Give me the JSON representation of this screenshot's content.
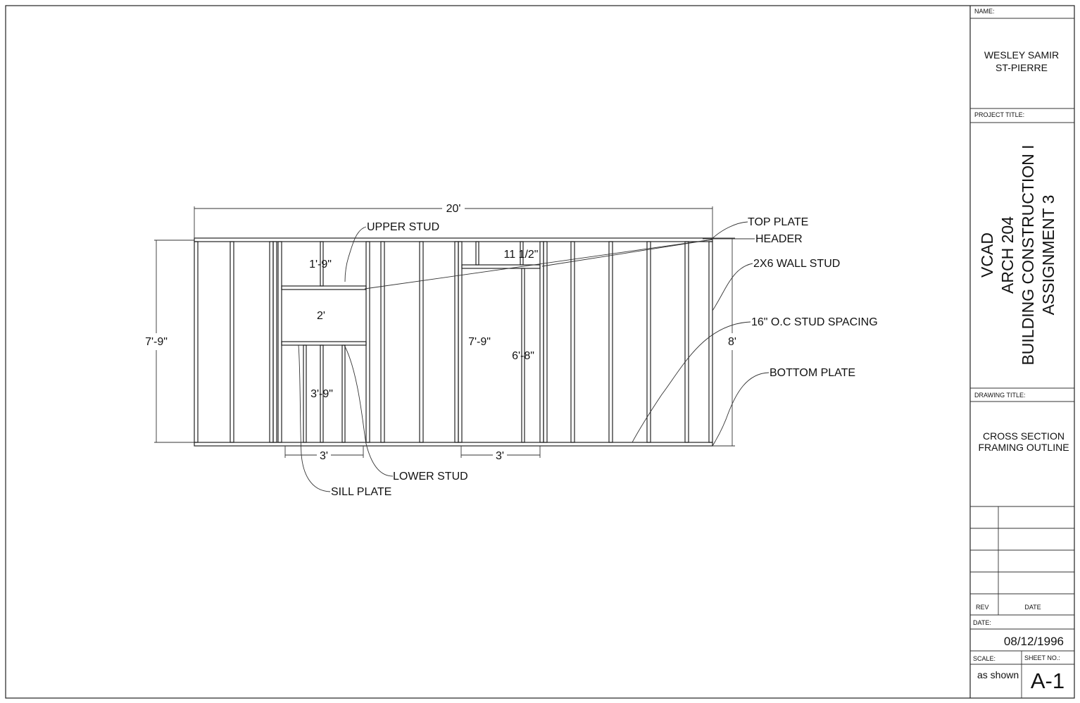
{
  "title_block": {
    "name_label": "NAME:",
    "name_line1": "WESLEY SAMIR",
    "name_line2": "ST-PIERRE",
    "project_title_label": "PROJECT TITLE:",
    "project_lines": [
      "VCAD",
      "ARCH 204",
      "BUILDING CONSTRUCTION I",
      "ASSIGNMENT 3"
    ],
    "drawing_title_label": "DRAWING TITLE:",
    "drawing_title_line1": "CROSS SECTION",
    "drawing_title_line2": "FRAMING OUTLINE",
    "rev_label": "REV",
    "date_col_label": "DATE",
    "date_label": "DATE:",
    "date_value": "08/12/1996",
    "scale_label": "SCALE:",
    "scale_value": "as shown",
    "sheet_no_label": "SHEET NO.:",
    "sheet_no_value": "A-1"
  },
  "drawing": {
    "callouts": {
      "upper_stud": "UPPER STUD",
      "top_plate": "TOP PLATE",
      "header": "HEADER",
      "wall_stud": "2X6 WALL STUD",
      "stud_spacing": "16\" O.C STUD SPACING",
      "bottom_plate": "BOTTOM PLATE",
      "lower_stud": "LOWER STUD",
      "sill_plate": "SILL PLATE"
    },
    "dimensions": {
      "overall_width": "20'",
      "left_height": "7'-9\"",
      "right_height": "8'",
      "upper_stud_height": "1'-9\"",
      "window_height": "2'",
      "lower_stud_height": "3'-9\"",
      "window_width": "3'",
      "door_header_gap": "11 1/2\"",
      "door_opening_height": "7'-9\"",
      "door_height": "6'-8\"",
      "door_width": "3'"
    }
  }
}
